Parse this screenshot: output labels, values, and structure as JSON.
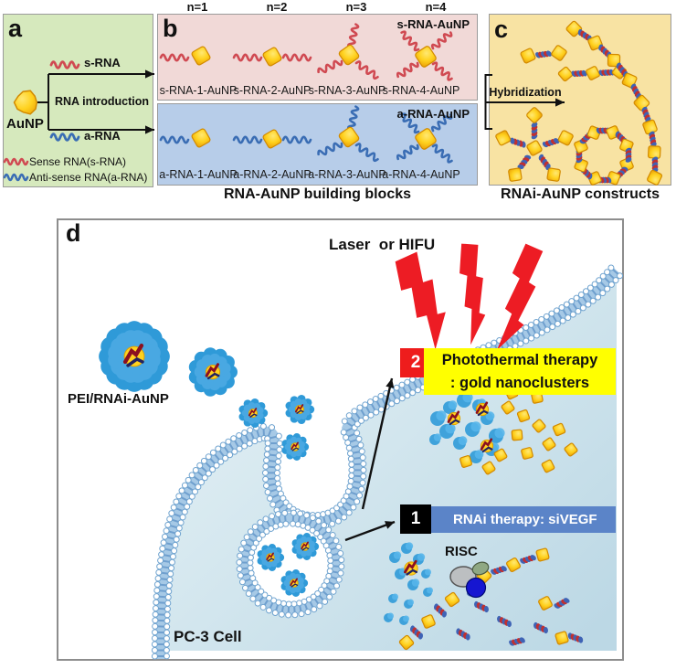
{
  "figure": {
    "col_headers": [
      "n=1",
      "n=2",
      "n=3",
      "n=4"
    ],
    "panel_a": {
      "label": "a",
      "aunp_label": "AuNP",
      "branch_label": "RNA introduction",
      "s_rna_label": "s-RNA",
      "a_rna_label": "a-RNA",
      "legend_sense": "Sense RNA(s-RNA)",
      "legend_antisense": "Anti-sense RNA(a-RNA)"
    },
    "panel_b": {
      "label": "b",
      "s_section_title": "s-RNA-AuNP",
      "a_section_title": "a-RNA-AuNP",
      "s_items": [
        "s-RNA-1-AuNP",
        "s-RNA-2-AuNP",
        "s-RNA-3-AuNP",
        "s-RNA-4-AuNP"
      ],
      "a_items": [
        "a-RNA-1-AuNP",
        "a-RNA-2-AuNP",
        "a-RNA-3-AuNP",
        "a-RNA-4-AuNP"
      ],
      "caption": "RNA-AuNP building blocks"
    },
    "panel_c": {
      "label": "c",
      "hybridization_label": "Hybridization",
      "caption": "RNAi-AuNP constructs"
    },
    "panel_d": {
      "label": "d",
      "laser_label": "Laser  or HIFU",
      "pei_label": "PEI/RNAi-AuNP",
      "step2_number": "2",
      "step2_line1": "Photothermal therapy",
      "step2_line2": ": gold nanoclusters",
      "step1_number": "1",
      "step1_label": "RNAi therapy: siVEGF",
      "risc_label": "RISC",
      "cell_label": "PC-3 Cell"
    },
    "colors": {
      "panel_a_bg": "#d6e9bd",
      "panel_b_sense_bg": "#f1d9d7",
      "panel_b_antisense_bg": "#b7cde9",
      "panel_c_bg": "#f8e3a3",
      "gold": "#ffd21f",
      "sense_rna_red": "#d04a52",
      "antisense_rna_blue": "#3a6db4",
      "laser_red": "#ed1c24",
      "photothermal_highlight": "#ffff00",
      "rnai_bar_blue": "#5b84c8",
      "step2_box_red": "#ee1c1c",
      "step1_box_black": "#000000",
      "cell_fill_blue": "#cfe3ec"
    }
  }
}
